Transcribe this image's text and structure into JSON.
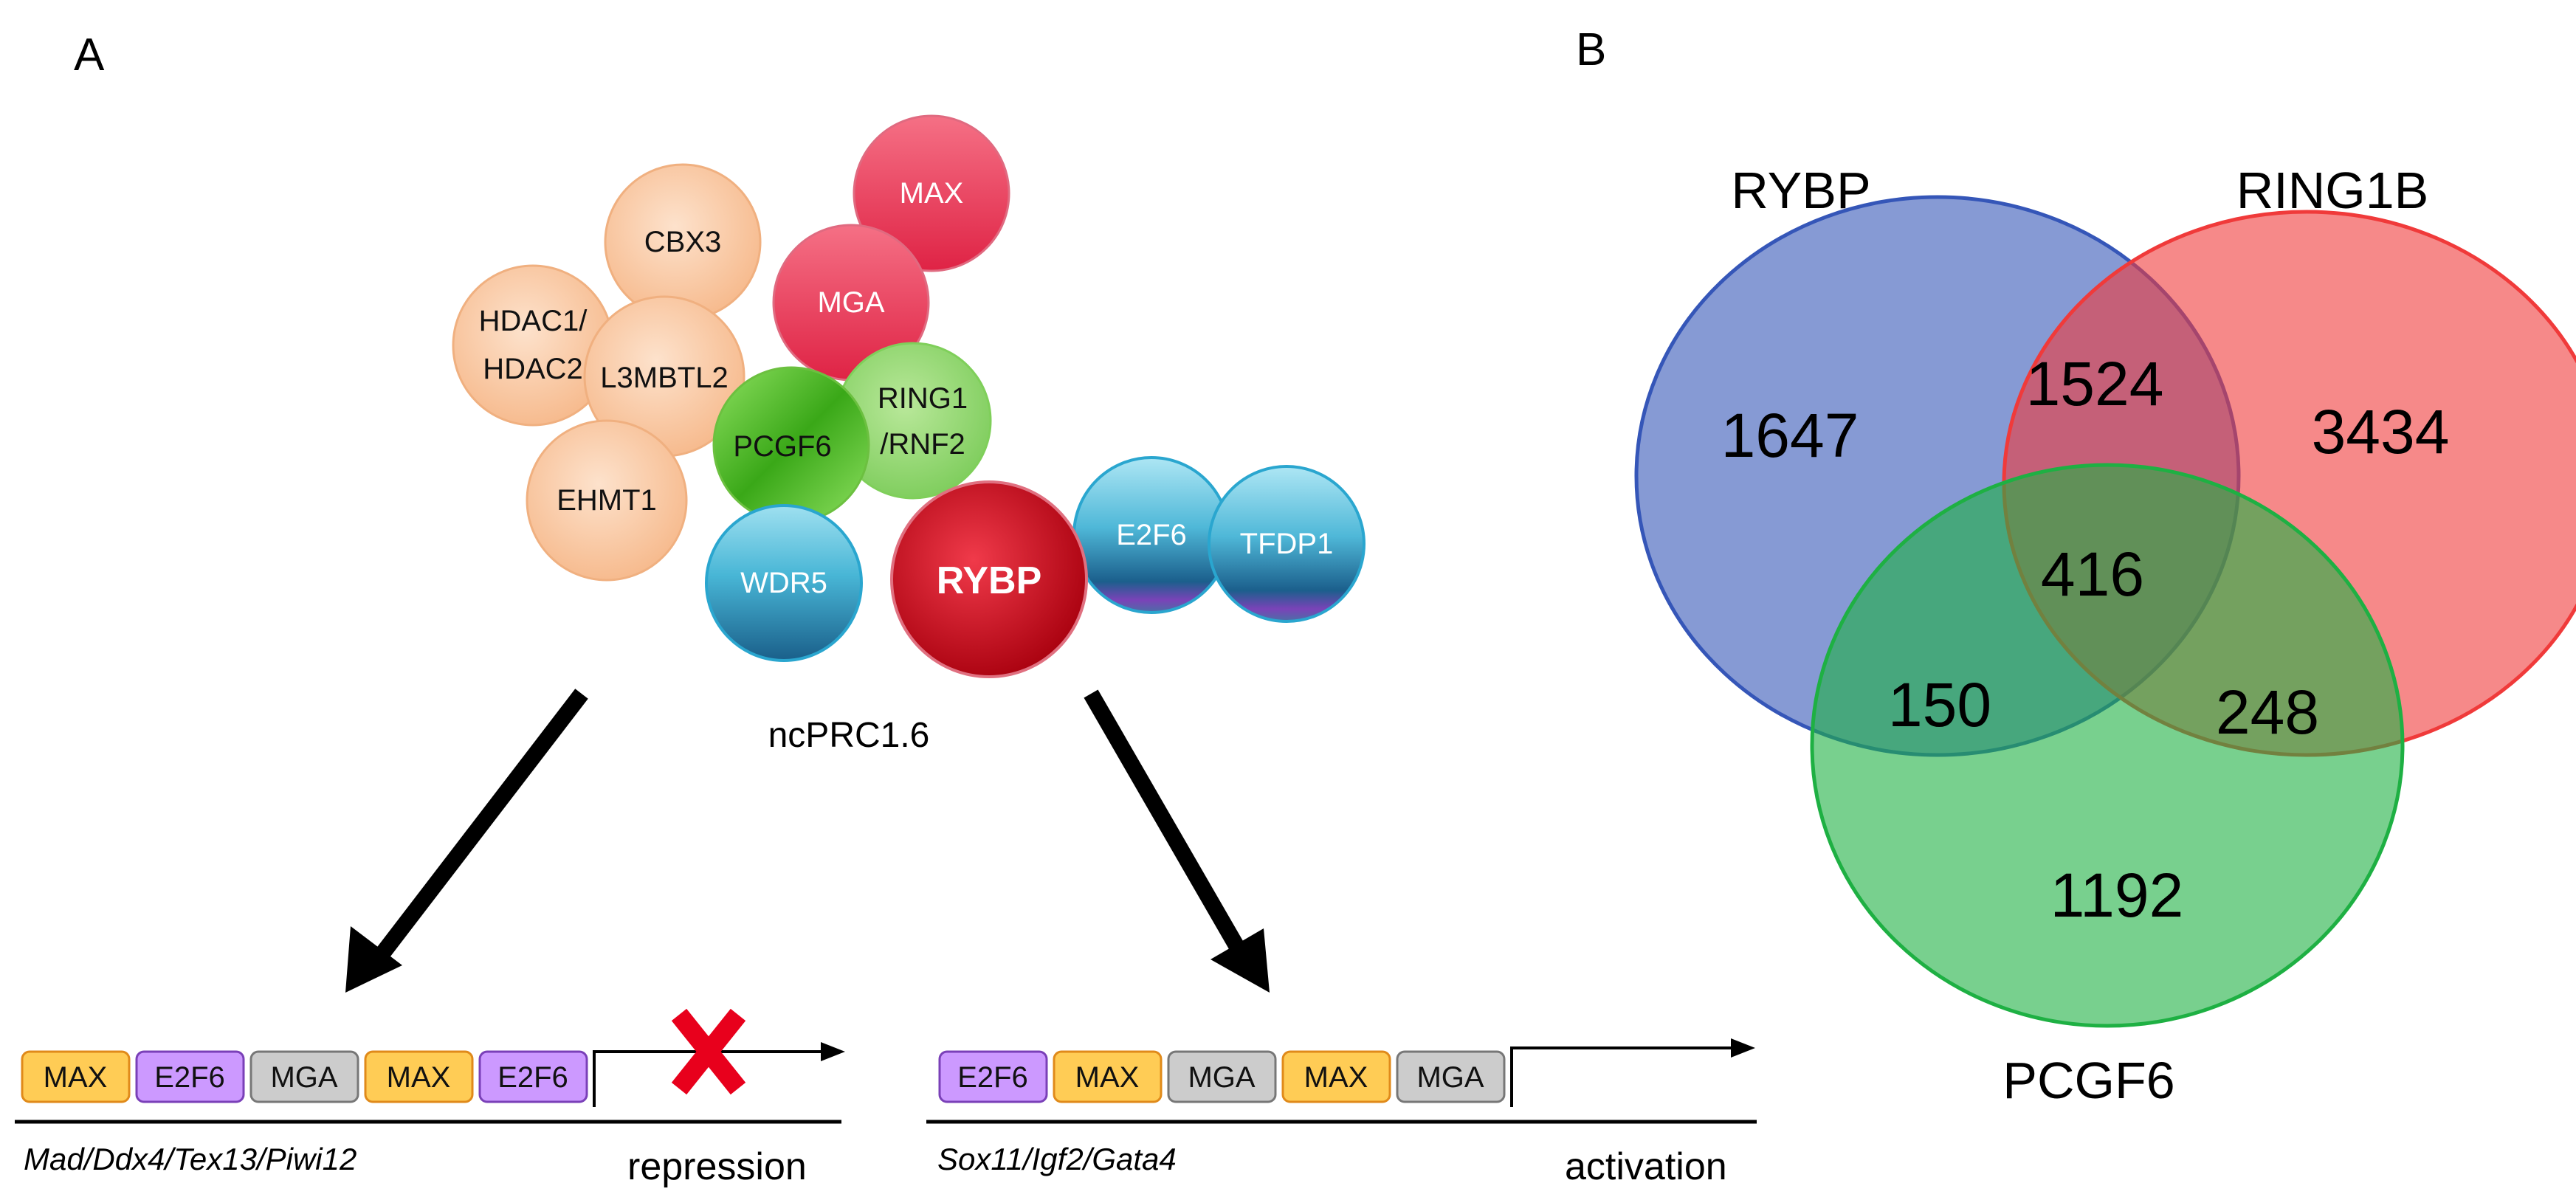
{
  "panels": {
    "a": "A",
    "b": "B"
  },
  "complex": {
    "name": "ncPRC1.6",
    "proteins": {
      "max": "MAX",
      "cbx3": "CBX3",
      "mga": "MGA",
      "hdac_line1": "HDAC1/",
      "hdac_line2": "HDAC2",
      "l3mbtl2": "L3MBTL2",
      "ring_line1": "RING1",
      "ring_line2": "/RNF2",
      "pcgf6": "PCGF6",
      "ehmt1": "EHMT1",
      "e2f6": "E2F6",
      "tfdp1": "TFDP1",
      "wdr5": "WDR5",
      "rybp": "RYBP"
    }
  },
  "repression": {
    "boxes": [
      "MAX",
      "E2F6",
      "MGA",
      "MAX",
      "E2F6"
    ],
    "genes": "Mad/Ddx4/Tex13/Piwi12",
    "label": "repression"
  },
  "activation": {
    "boxes": [
      "E2F6",
      "MAX",
      "MGA",
      "MAX",
      "MGA"
    ],
    "genes": "Sox11/Igf2/Gata4",
    "label": "activation"
  },
  "venn": {
    "sets": {
      "rybp": "RYBP",
      "ring1b": "RING1B",
      "pcgf6": "PCGF6"
    },
    "counts": {
      "rybp_only": 1647,
      "ring1b_only": 3434,
      "pcgf6_only": 1192,
      "rybp_ring1b": 1524,
      "rybp_pcgf6": 150,
      "ring1b_pcgf6": 248,
      "all_three": 416
    }
  },
  "colors": {
    "orange_protein": "#fac8a0",
    "red_protein": "#e8384e",
    "green_protein": "#58c030",
    "blue_protein": "#2fa8c8",
    "rybp": "#c00018",
    "venn_rybp": "#3556b8",
    "venn_ring1b": "#f03a3a",
    "venn_pcgf6": "#1eb043",
    "box_max": "#ffcc55",
    "box_e2f6": "#cc99ff",
    "box_mga": "#cccccc",
    "repression_mark": "#e8001c"
  }
}
